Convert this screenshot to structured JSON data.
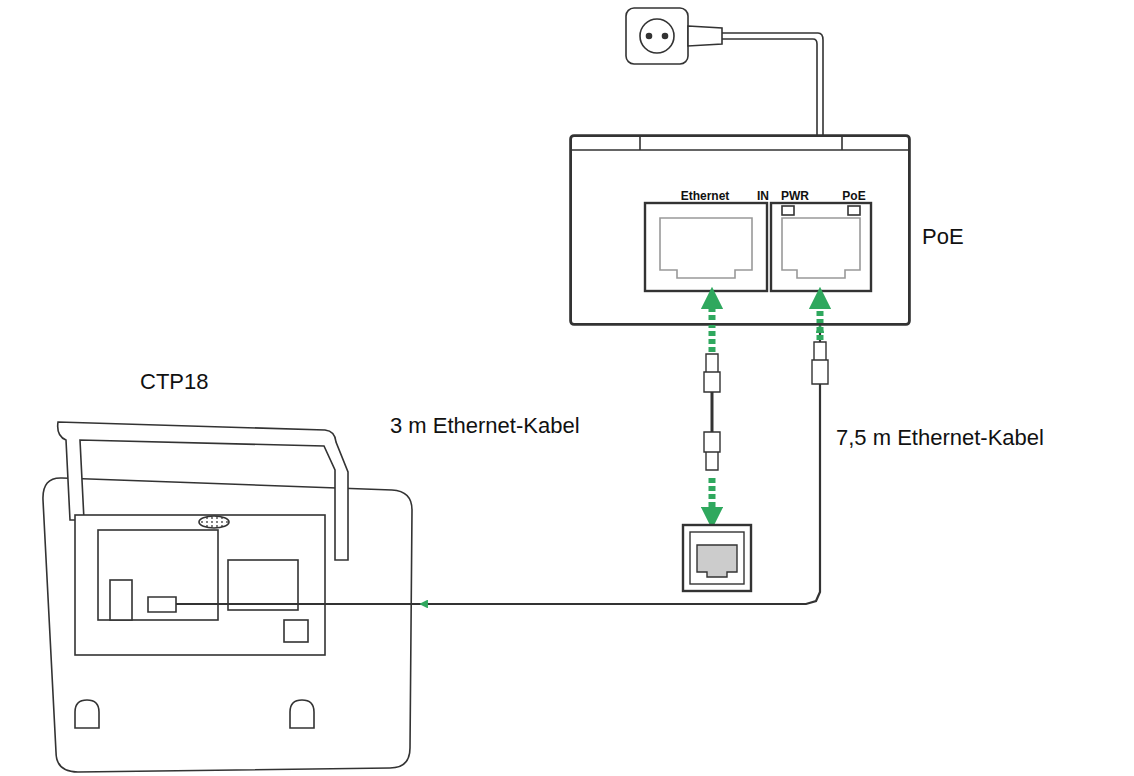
{
  "diagram": {
    "nodes": [
      {
        "text": [
          "PoE"
        ]
      },
      {
        "text": [
          "CTP18"
        ]
      }
    ],
    "edges": [
      {
        "from": 0,
        "to": 1,
        "arrow": "both",
        "label": "7,5 m Ethernet-Kabel"
      }
    ],
    "labels": [
      "Ethernet",
      "IN",
      "PWR",
      "PoE",
      "3 m Ethernet-Kabel"
    ]
  }
}
